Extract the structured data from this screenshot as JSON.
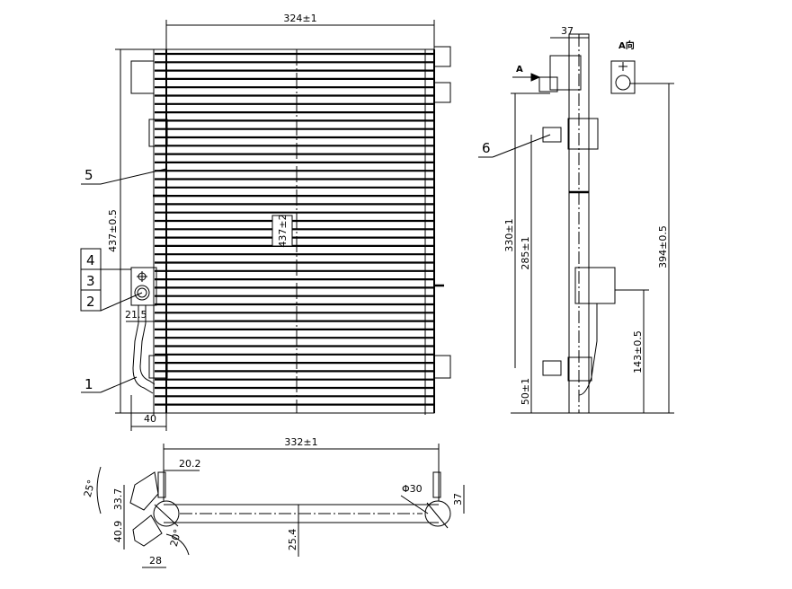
{
  "dimensions": {
    "width": "324±1",
    "height_left": "437±0.5",
    "core": "437±2",
    "pipe_offset": "21.5",
    "bracket_width": "40",
    "side_width": "37",
    "side_330": "330±1",
    "side_285": "285±1",
    "side_50": "50±1",
    "side_143": "143±0.5",
    "side_394": "394±0.5",
    "bottom_332": "332±1",
    "bottom_20_2": "20.2",
    "bottom_dia": "Φ30",
    "bottom_37": "37",
    "bottom_33_7": "33.7",
    "bottom_40_9": "40.9",
    "bottom_28": "28",
    "bottom_25_4": "25.4",
    "angle_25": "25°",
    "angle_20": "20°"
  },
  "view_labels": {
    "arrow": "A",
    "view": "A向"
  },
  "part_numbers": [
    "1",
    "2",
    "3",
    "4",
    "5",
    "6"
  ],
  "colors": {
    "line": "#000000",
    "background": "#ffffff"
  }
}
